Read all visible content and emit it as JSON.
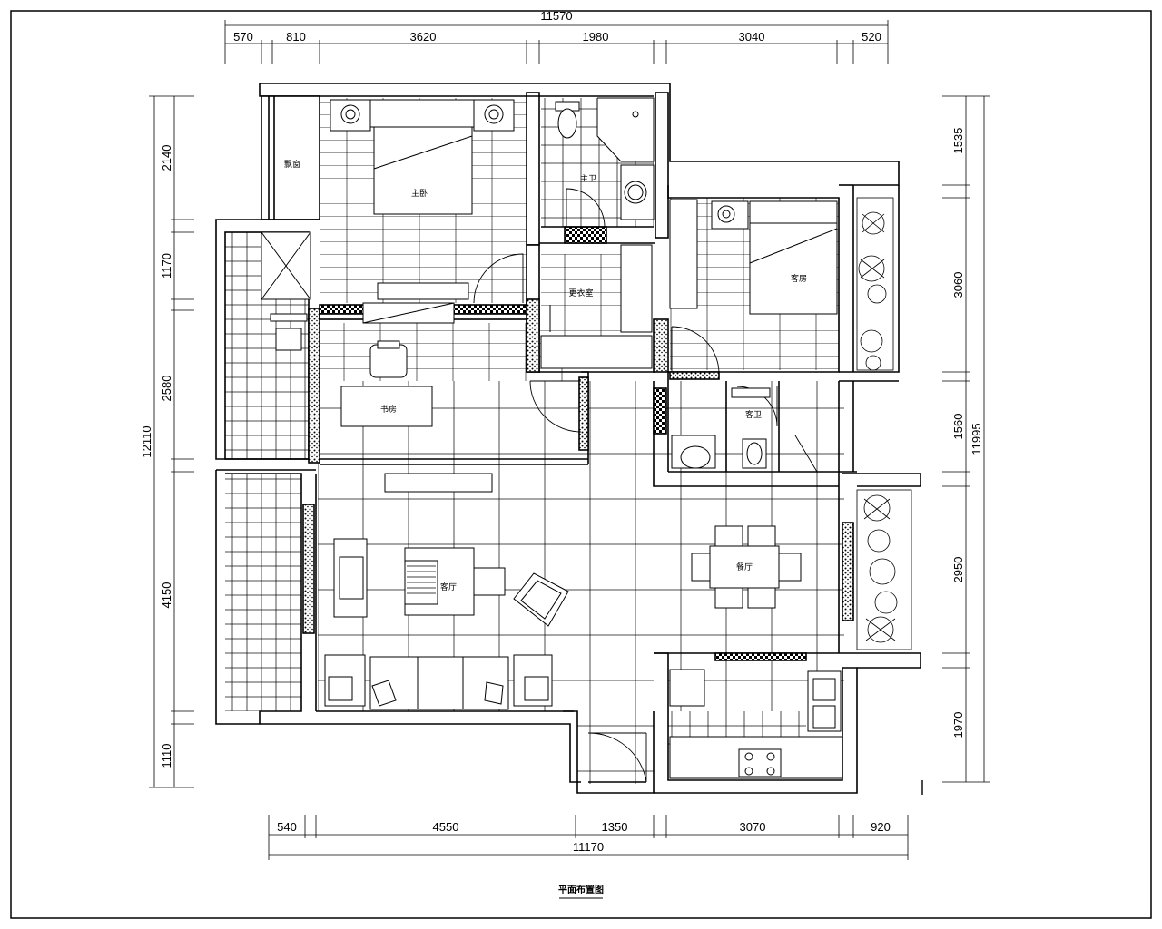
{
  "drawing": {
    "title": "平面布置图",
    "rooms": {
      "bay_window": "飘窗",
      "master_bedroom": "主卧",
      "master_bath": "主卫",
      "closet": "更衣室",
      "guest_room": "客房",
      "study": "书房",
      "guest_bath": "客卫",
      "living_room": "客厅",
      "dining_room": "餐厅"
    }
  },
  "dimensions": {
    "top_total": "11570",
    "top": [
      "570",
      "810",
      "3620",
      "1980",
      "3040",
      "520"
    ],
    "bottom_total": "11170",
    "bottom": [
      "540",
      "4550",
      "1350",
      "3070",
      "920"
    ],
    "left_total": "12110",
    "left": [
      "2140",
      "1170",
      "2580",
      "4150",
      "1110"
    ],
    "right_total": "11995",
    "right": [
      "1535",
      "3060",
      "1560",
      "2950",
      "1970"
    ]
  }
}
